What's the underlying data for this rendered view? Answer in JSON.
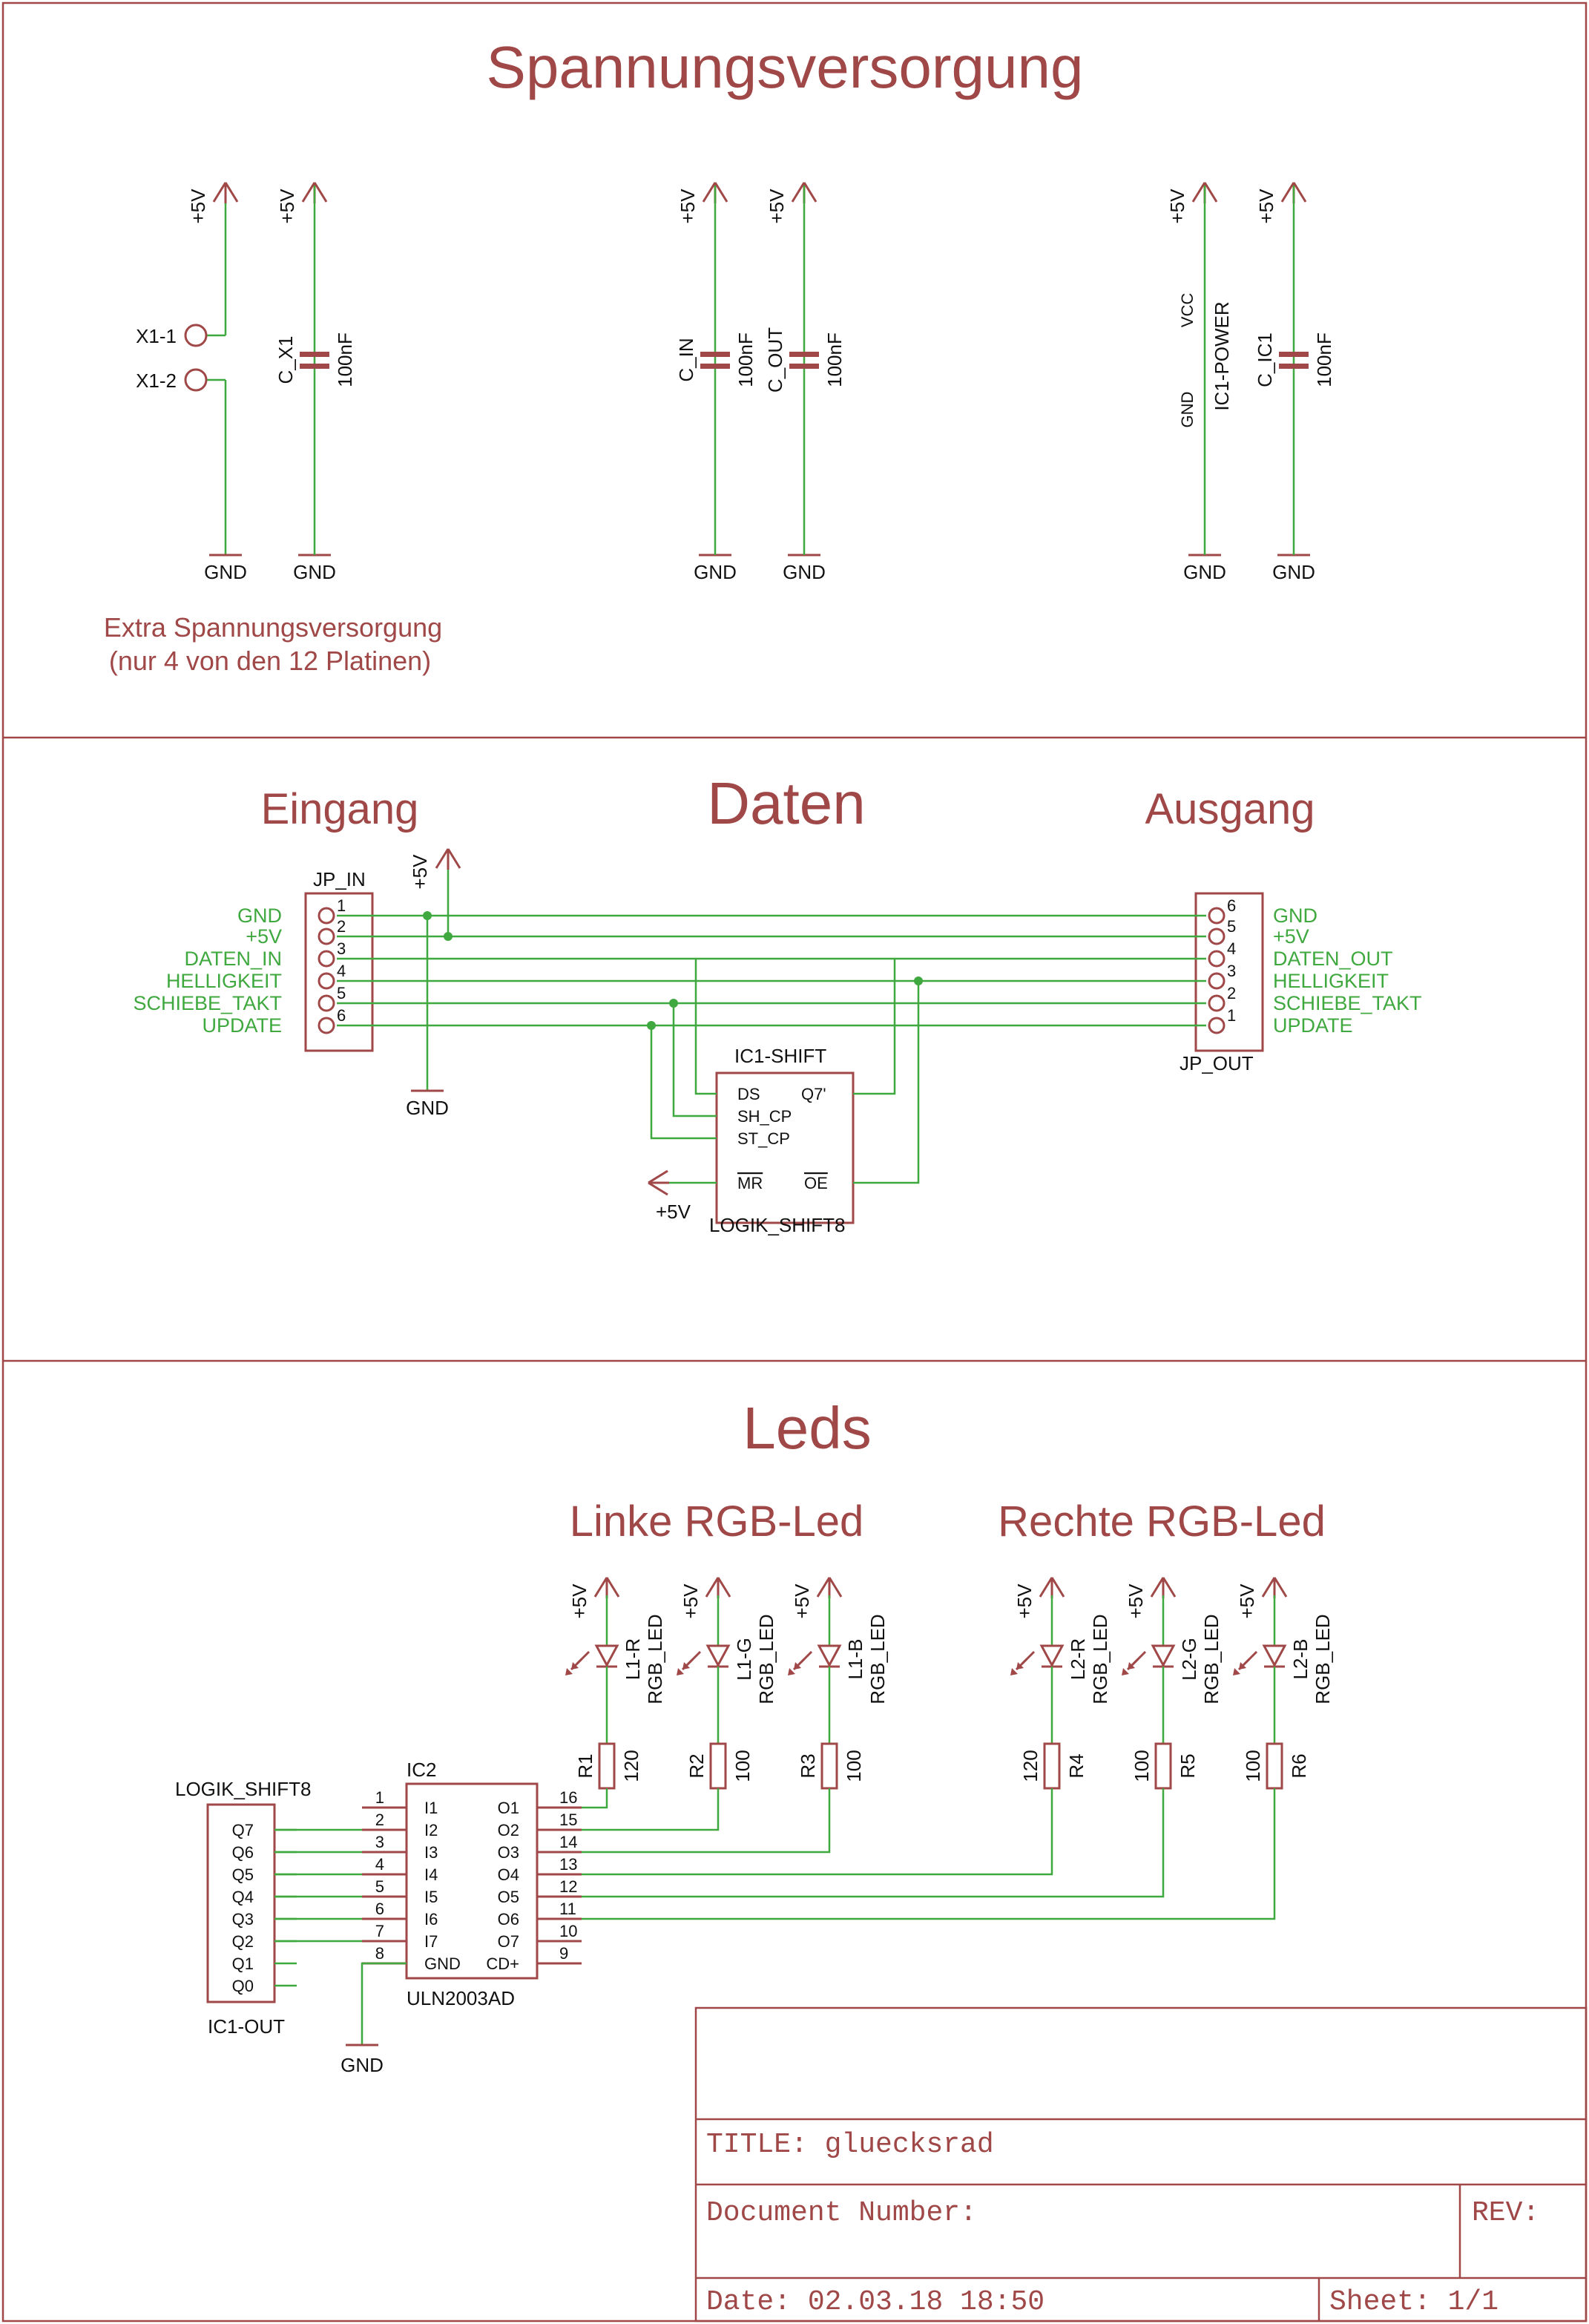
{
  "sections": {
    "power": {
      "title": "Spannungsversorgung",
      "note_line1": "Extra Spannungsversorgung",
      "note_line2": "(nur 4 von den 12 Platinen)"
    },
    "data": {
      "title": "Daten",
      "input_title": "Eingang",
      "output_title": "Ausgang"
    },
    "leds": {
      "title": "Leds",
      "left_title": "Linke RGB-Led",
      "right_title": "Rechte RGB-Led"
    }
  },
  "labels": {
    "plus5v": "+5V",
    "gnd": "GND",
    "vcc": "VCC",
    "value_100nf": "100nF",
    "x1_1": "X1-1",
    "x1_2": "X1-2",
    "c_x1": "C_X1",
    "c_in": "C_IN",
    "c_out": "C_OUT",
    "c_ic1": "C_IC1",
    "ic1_power": "IC1-POWER",
    "jp_in": "JP_IN",
    "jp_out": "JP_OUT",
    "ic1_shift": "IC1-SHIFT",
    "logik_shift8": "LOGIK_SHIFT8",
    "logik_shift8_top": "LOGIK_SHIFT8",
    "ic1_out": "IC1-OUT",
    "ic2": "IC2",
    "uln": "ULN2003AD",
    "rgb_led": "RGB_LED"
  },
  "jp_in": {
    "pins": [
      "1",
      "2",
      "3",
      "4",
      "5",
      "6"
    ],
    "signals": [
      "GND",
      "+5V",
      "DATEN_IN",
      "HELLIGKEIT",
      "SCHIEBE_TAKT",
      "UPDATE"
    ]
  },
  "jp_out": {
    "pins": [
      "6",
      "5",
      "4",
      "3",
      "2",
      "1"
    ],
    "signals": [
      "GND",
      "+5V",
      "DATEN_OUT",
      "HELLIGKEIT",
      "SCHIEBE_TAKT",
      "UPDATE"
    ]
  },
  "shift_register": {
    "ds": "DS",
    "sh_cp": "SH_CP",
    "st_cp": "ST_CP",
    "mr": "MR",
    "q7s": "Q7'",
    "oe": "OE"
  },
  "ic1_out_pins": [
    "Q7",
    "Q6",
    "Q5",
    "Q4",
    "Q3",
    "Q2",
    "Q1",
    "Q0"
  ],
  "uln": {
    "inputs": [
      "I1",
      "I2",
      "I3",
      "I4",
      "I5",
      "I6",
      "I7",
      "GND"
    ],
    "input_pins": [
      "1",
      "2",
      "3",
      "4",
      "5",
      "6",
      "7",
      "8"
    ],
    "outputs": [
      "O1",
      "O2",
      "O3",
      "O4",
      "O5",
      "O6",
      "O7",
      "CD+"
    ],
    "output_pins": [
      "16",
      "15",
      "14",
      "13",
      "12",
      "11",
      "10",
      "9"
    ]
  },
  "leds": [
    {
      "name": "L1-R",
      "resistor": "R1",
      "value": "120"
    },
    {
      "name": "L1-G",
      "resistor": "R2",
      "value": "100"
    },
    {
      "name": "L1-B",
      "resistor": "R3",
      "value": "100"
    },
    {
      "name": "L2-R",
      "resistor": "R4",
      "value": "120"
    },
    {
      "name": "L2-G",
      "resistor": "R5",
      "value": "100"
    },
    {
      "name": "L2-B",
      "resistor": "R6",
      "value": "100"
    }
  ],
  "title_block": {
    "title": "TITLE:  gluecksrad",
    "doc_number": "Document Number:",
    "rev": "REV:",
    "date": "Date: 02.03.18 18:50",
    "sheet": "Sheet: 1/1"
  },
  "colors": {
    "frame": "#a04848",
    "net": "#3fa83f",
    "text": "#111111"
  }
}
